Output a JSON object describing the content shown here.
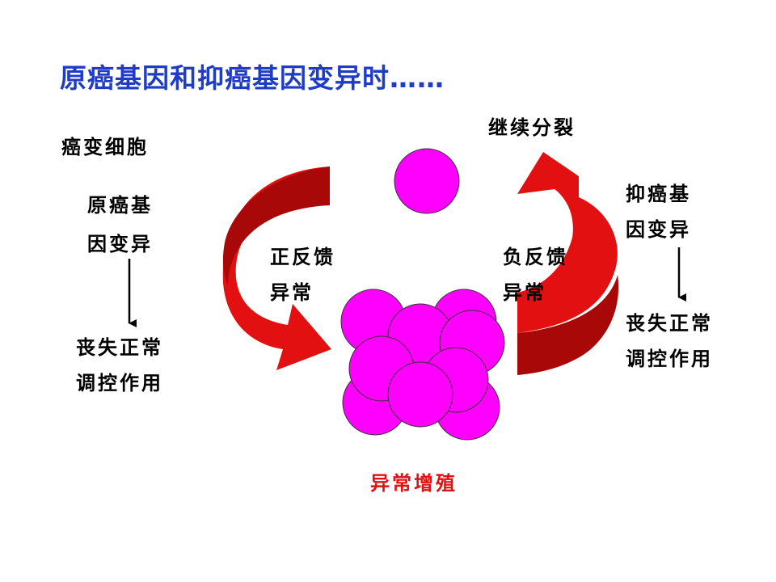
{
  "title": "原癌基因和抑癌基因变异时……",
  "left": {
    "heading": "癌变细胞",
    "gene_line1": "原癌基",
    "gene_line2": "因变异",
    "effect_line1": "丧失正常",
    "effect_line2": "调控作用"
  },
  "right": {
    "heading": "继续分裂",
    "gene_line1": "抑癌基",
    "gene_line2": "因变异",
    "effect_line1": "丧失正常",
    "effect_line2": "调控作用"
  },
  "center": {
    "positive_line1": "正反馈",
    "positive_line2": "异常",
    "negative_line1": "负反馈",
    "negative_line2": "异常",
    "bottom_label": "异常增殖"
  },
  "colors": {
    "title": "#1f3cc4",
    "cell": "#ff00ff",
    "arrow": "#e21010",
    "bottom_label": "#e21010"
  }
}
